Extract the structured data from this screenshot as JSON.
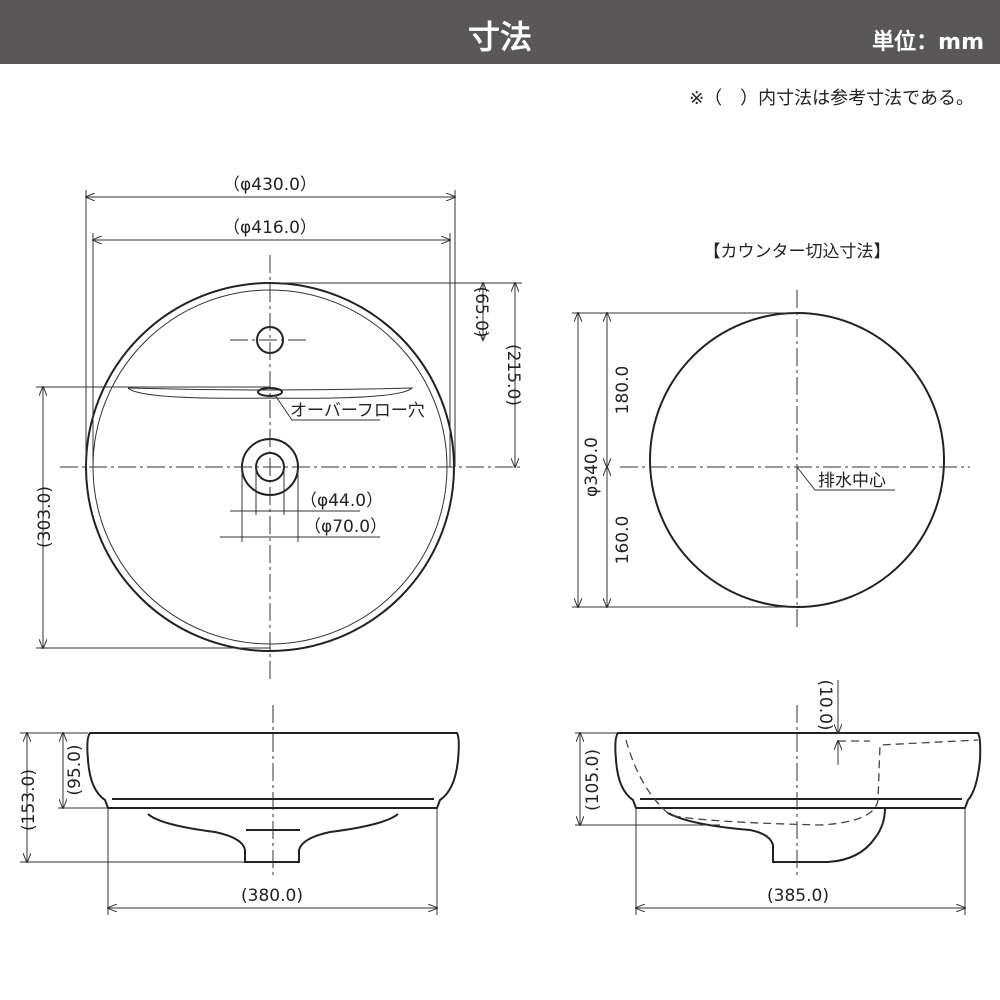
{
  "header": {
    "title": "寸法",
    "unit": "単位：mm"
  },
  "note": "※（　）内寸法は参考寸法である。",
  "top_view": {
    "d430": "（φ430.0）",
    "d416": "（φ416.0）",
    "h65": "(65.0)",
    "h215": "(215.0)",
    "h303": "(303.0)",
    "d44": "（φ44.0）",
    "d70": "（φ70.0）",
    "overflow": "オーバーフロー穴"
  },
  "cutout": {
    "title": "【カウンター切込寸法】",
    "d340": "φ340.0",
    "h180": "180.0",
    "h160": "160.0",
    "drain_center": "排水中心"
  },
  "front_view": {
    "h153": "(153.0)",
    "h95": "(95.0)",
    "w380": "(380.0)"
  },
  "side_view": {
    "h105": "(105.0)",
    "h10": "(10.0)",
    "w385": "(385.0)"
  }
}
